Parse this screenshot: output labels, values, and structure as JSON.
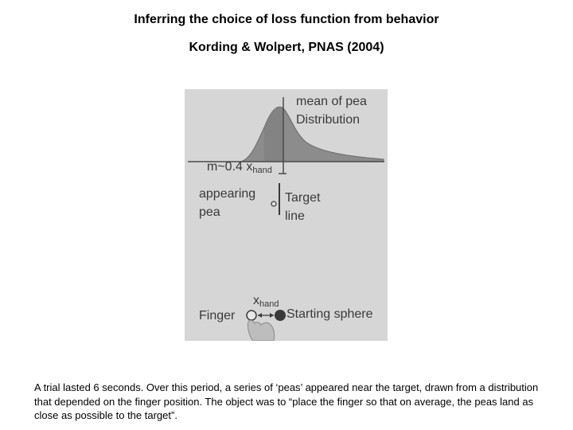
{
  "title": "Inferring the choice of loss function from behavior",
  "subtitle": "Kording & Wolpert, PNAS (2004)",
  "figure": {
    "label_mean_line1": "mean of pea",
    "label_mean_line2": "Distribution",
    "label_m_prefix": "m~0.4 x",
    "label_m_sub": "hand",
    "label_appearing_line1": "appearing",
    "label_appearing_line2": "pea",
    "label_target_line1": "Target",
    "label_target_line2": "line",
    "label_x_main": "x",
    "label_x_sub": "hand",
    "label_finger": "Finger",
    "label_starting": "Starting sphere"
  },
  "caption": "A trial lasted 6 seconds.  Over this period, a series of ‘peas’ appeared near the target, drawn from a distribution that depended on the finger position.  The object was to “place the finger so that on average, the peas land as close as possible to the target”."
}
